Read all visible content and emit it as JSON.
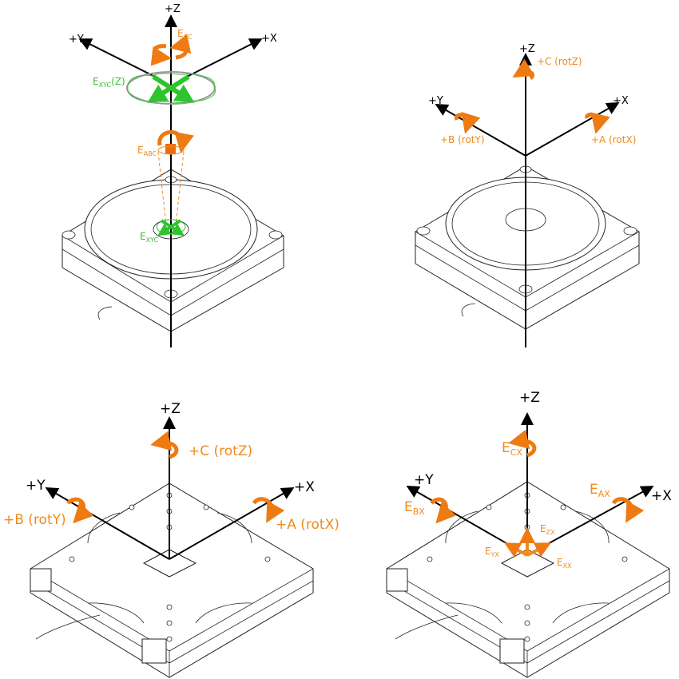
{
  "colors": {
    "axis": "#000000",
    "rotation": "#f08a1c",
    "xy_error": "#3ac23a"
  },
  "panel_tl": {
    "z": "+Z",
    "y": "+Y",
    "x": "+X",
    "e_cc": {
      "main": "E",
      "sub": "CC"
    },
    "e_xyc_z": {
      "main": "E",
      "sub": "XYC",
      "suffix": "(Z)"
    },
    "e_abc": {
      "main": "E",
      "sub": "ABC"
    },
    "e_xyc": {
      "main": "E",
      "sub": "XYC"
    }
  },
  "panel_tr": {
    "z": "+Z",
    "y": "+Y",
    "x": "+X",
    "c": "+C (rotZ)",
    "b": "+B (rotY)",
    "a": "+A (rotX)"
  },
  "panel_bl": {
    "z": "+Z",
    "y": "+Y",
    "x": "+X",
    "c": "+C (rotZ)",
    "b": "+B (rotY)",
    "a": "+A (rotX)"
  },
  "panel_br": {
    "z": "+Z",
    "y": "+Y",
    "x": "+X",
    "e_cx": {
      "main": "E",
      "sub": "CX"
    },
    "e_bx": {
      "main": "E",
      "sub": "BX"
    },
    "e_ax": {
      "main": "E",
      "sub": "AX"
    },
    "e_zx": {
      "main": "E",
      "sub": "ZX"
    },
    "e_yx": {
      "main": "E",
      "sub": "YX"
    },
    "e_xx": {
      "main": "E",
      "sub": "XX"
    }
  }
}
